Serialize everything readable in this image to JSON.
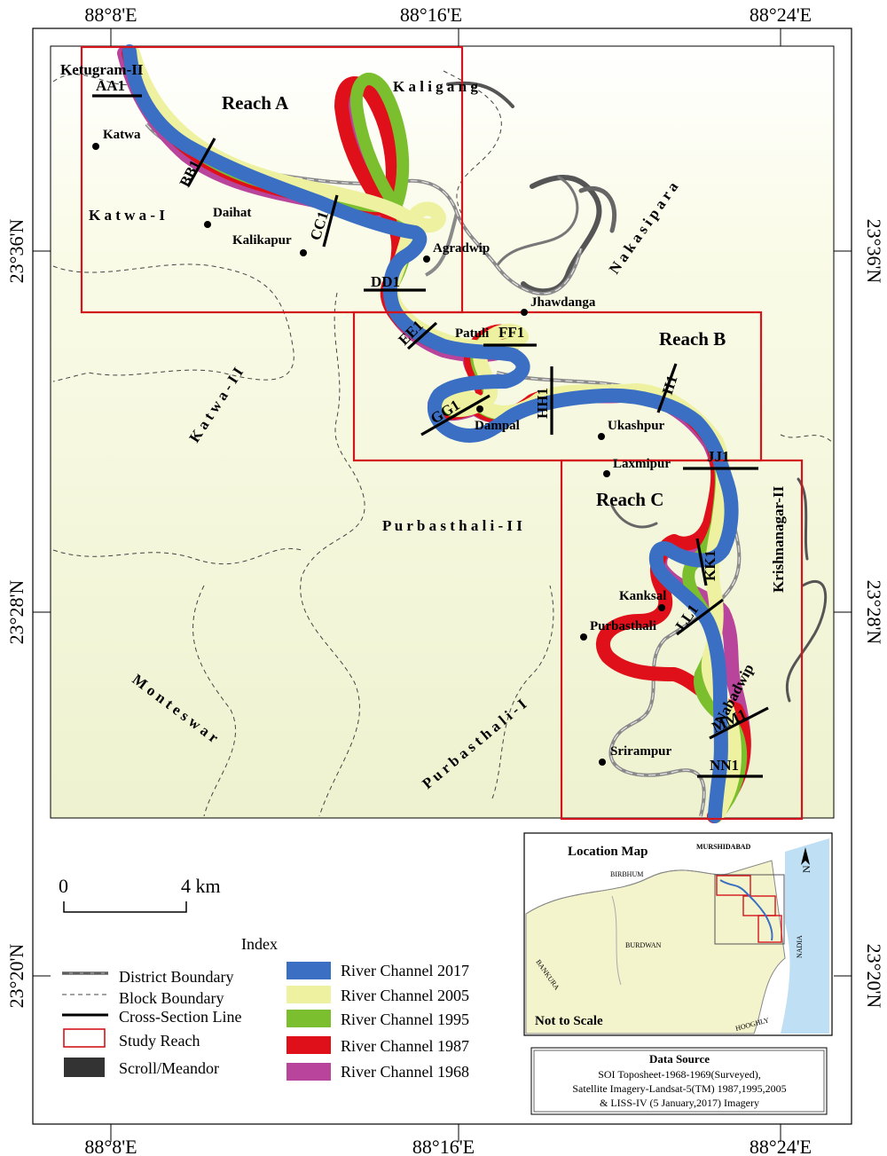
{
  "graticule": {
    "top": [
      "88°8'E",
      "88°16'E",
      "88°24'E"
    ],
    "bottom": [
      "88°8'E",
      "88°16'E",
      "88°24'E"
    ],
    "left": [
      "23°36'N",
      "23°28'N",
      "23°20'N"
    ],
    "right": [
      "23°36'N",
      "23°28'N",
      "23°20'N"
    ]
  },
  "reaches": {
    "a": "Reach A",
    "b": "Reach B",
    "c": "Reach C"
  },
  "blocks": {
    "ketugram": "Ketugram-II",
    "katwa1": "K a t w a - I",
    "katwa2": "K a t w a - I I",
    "kaligang": "K a l i g a n g",
    "nakasipara": "N a k a s i p a r a",
    "purbasthali2": "P u r b a s t h a l i - I I",
    "purbasthali1": "P u r b a s t h a l i - I",
    "monteswar": "M o n t e s w a r",
    "krishnanagar": "Krishnanagar-II",
    "nabadwip": "Nabadwip"
  },
  "places": {
    "katwa": "Katwa",
    "daihat": "Daihat",
    "kalikapur": "Kalikapur",
    "agradwip": "Agradwip",
    "jhawdanga": "Jhawdanga",
    "patuli": "Patuli",
    "dampal": "Dampal",
    "ukashpur": "Ukashpur",
    "laxmipur": "Laxmipur",
    "kanksal": "Kanksal",
    "purbasthali": "Purbasthali",
    "srirampur": "Srirampur"
  },
  "sections": {
    "aa": "AA1",
    "bb": "BB1",
    "cc": "CC1",
    "dd": "DD1",
    "ee": "EE1",
    "ff": "FF1",
    "gg": "GG1",
    "hh": "HH1",
    "ii": "II1",
    "jj": "JJ1",
    "kk": "KK1",
    "ll": "LL1",
    "mm": "MM1",
    "nn": "NN1"
  },
  "scale_bar": {
    "start": "0",
    "end": "4 km"
  },
  "legend": {
    "title": "Index",
    "items_left": [
      {
        "label": "District Boundary"
      },
      {
        "label": "Block Boundary"
      },
      {
        "label": "Cross-Section Line"
      },
      {
        "label": "Study Reach"
      },
      {
        "label": "Scroll/Meandor"
      }
    ],
    "items_right": [
      {
        "label": "River Channel 2017",
        "color": "#3b6fc4"
      },
      {
        "label": "River Channel 2005",
        "color": "#eef2a0"
      },
      {
        "label": "River Channel 1995",
        "color": "#7bbf2e"
      },
      {
        "label": "River Channel 1987",
        "color": "#e0101a"
      },
      {
        "label": "River Channel 1968",
        "color": "#b8449c"
      }
    ]
  },
  "location_map": {
    "title": "Location Map",
    "murshidabad": "MURSHIDABAD",
    "birbhum": "BIRBHUM",
    "burdwan": "BURDWAN",
    "bankura": "BANKURA",
    "hooghly": "HOOGHLY",
    "nadia": "NADIA",
    "note": "Not to Scale",
    "north": "N"
  },
  "data_source": {
    "title": "Data Source",
    "line1": "SOI Toposheet-1968-1969(Surveyed),",
    "line2": "Satellite Imagery-Landsat-5(TM) 1987,1995,2005",
    "line3": "& LISS-IV (5 January,2017) Imagery"
  },
  "colors": {
    "reach_box": "#d4141c",
    "ch2017": "#3b6fc4",
    "ch2005": "#eef2a0",
    "ch1995": "#7bbf2e",
    "ch1987": "#e0101a",
    "ch1968": "#b8449c",
    "scroll": "#555555",
    "district": "#9a9a9a",
    "water": "#bfe0f4"
  }
}
